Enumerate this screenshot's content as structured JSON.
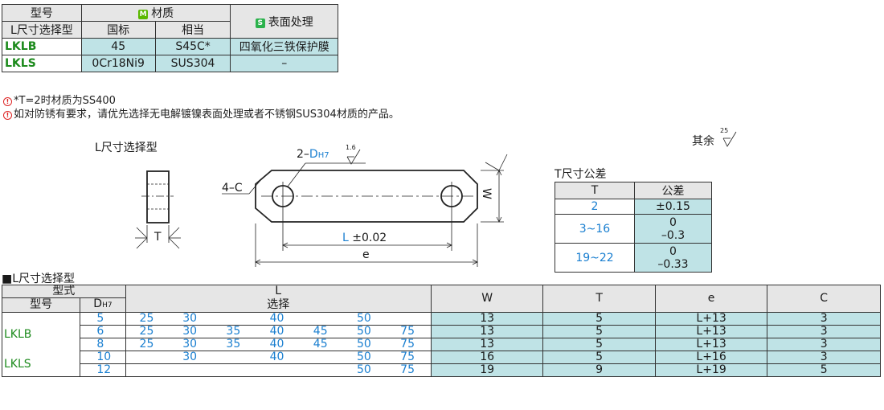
{
  "material_table": {
    "col_model": "型号",
    "col_material": "材质",
    "col_surface": "表面处理",
    "col_gb": "国标",
    "col_equiv": "相当",
    "sub_model": "L尺寸选择型",
    "badge_m": "M",
    "badge_s": "S",
    "rows": [
      {
        "model": "LKLB",
        "gb": "45",
        "equiv": "S45C*",
        "surface": "四氧化三铁保护膜"
      },
      {
        "model": "LKLS",
        "gb": "0Cr18Ni9",
        "equiv": "SUS304",
        "surface": "–"
      }
    ]
  },
  "notes": [
    {
      "icon": "!",
      "text": "*T=2时材质为SS400"
    },
    {
      "icon": "!",
      "text": "如对防锈有要求，请优先选择无电解镀镍表面处理或者不锈钢SUS304材质的产品。"
    }
  ],
  "drawing": {
    "title": "L尺寸选择型",
    "rest_text": "其余",
    "rest_finish": "25",
    "hole_label_prefix": "2–",
    "hole_label_d": "D",
    "hole_label_h7": "H7",
    "hole_finish": "1.6",
    "chamfer": "4–C",
    "dim_w": "W",
    "dim_t": "T",
    "dim_l": "L",
    "dim_l_tol": "±0.02",
    "dim_e": "e"
  },
  "t_table": {
    "title": "T尺寸公差",
    "col_t": "T",
    "col_tol": "公差",
    "rows": [
      {
        "t": "2",
        "tol_a": "±0.15",
        "tol_b": ""
      },
      {
        "t": "3~16",
        "tol_a": "0",
        "tol_b": "–0.3"
      },
      {
        "t": "19~22",
        "tol_a": "0",
        "tol_b": "–0.33"
      }
    ]
  },
  "size_table": {
    "title": "■L尺寸选择型",
    "head_type": "型式",
    "head_model": "型号",
    "head_d": "D",
    "head_d_sub": "H7",
    "head_l": "L",
    "head_select": "选择",
    "head_w": "W",
    "head_t": "T",
    "head_e": "e",
    "head_c": "C",
    "models": [
      "LKLB",
      "LKLS"
    ],
    "rows": [
      {
        "d": "5",
        "l": [
          "25",
          "30",
          "",
          "40",
          "",
          "50",
          ""
        ],
        "w": "13",
        "t": "5",
        "e": "L+13",
        "c": "3"
      },
      {
        "d": "6",
        "l": [
          "25",
          "30",
          "35",
          "40",
          "45",
          "50",
          "75"
        ],
        "w": "13",
        "t": "5",
        "e": "L+13",
        "c": "3"
      },
      {
        "d": "8",
        "l": [
          "25",
          "30",
          "35",
          "40",
          "45",
          "50",
          "75"
        ],
        "w": "13",
        "t": "5",
        "e": "L+13",
        "c": "3"
      },
      {
        "d": "10",
        "l": [
          "",
          "30",
          "",
          "40",
          "",
          "50",
          "75"
        ],
        "w": "16",
        "t": "5",
        "e": "L+16",
        "c": "3"
      },
      {
        "d": "12",
        "l": [
          "",
          "",
          "",
          "",
          "",
          "50",
          "75"
        ],
        "w": "19",
        "t": "9",
        "e": "L+19",
        "c": "5"
      }
    ]
  }
}
